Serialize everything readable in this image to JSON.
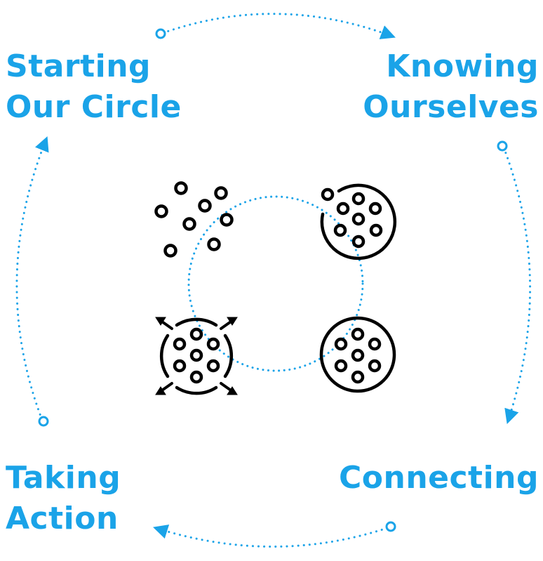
{
  "stages": {
    "top_left": {
      "line1": "Starting",
      "line2": "Our Circle"
    },
    "top_right": {
      "line1": "Knowing",
      "line2": "Ourselves"
    },
    "bottom_right": {
      "line1": "Connecting"
    },
    "bottom_left": {
      "line1": "Taking",
      "line2": "Action"
    }
  },
  "colors": {
    "accent": "#1aa3e8",
    "icon": "#000000",
    "background": "#ffffff"
  },
  "icons": [
    "scattered-dots-icon",
    "gathering-circle-icon",
    "complete-circle-icon",
    "expanding-circle-icon"
  ]
}
